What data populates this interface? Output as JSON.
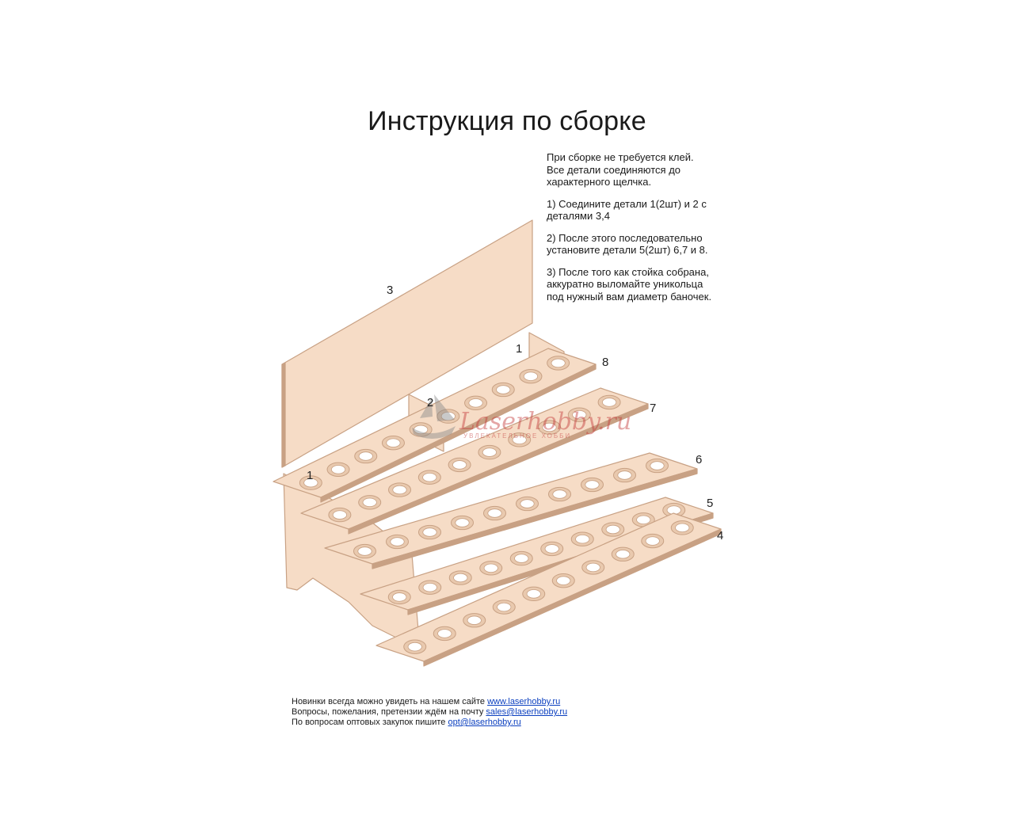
{
  "title": "Инструкция по сборке",
  "instructions": [
    "При сборке не требуется клей.\nВсе детали соединяются до\nхарактерного щелчка.",
    "1) Соедините детали 1(2шт) и 2 с\nдеталями 3,4",
    "2) После этого последовательно\nустановите детали 5(2шт) 6,7 и 8.",
    "3) После того как стойка собрана,\nаккуратно выломайте уникольца\nпод нужный вам диаметр баночек."
  ],
  "part_labels": {
    "p1_left": "1",
    "p1_right": "1",
    "p2": "2",
    "p3": "3",
    "p4": "4",
    "p5": "5",
    "p6": "6",
    "p7": "7",
    "p8": "8"
  },
  "watermark": {
    "text": "Laserhobby.ru",
    "sub": "УВЛЕКАТЕЛЬНОЕ ХОББИ"
  },
  "footer": {
    "line1_text": "Новинки всегда можно увидеть на нашем сайте ",
    "line1_link": "www.laserhobby.ru",
    "line2_text": "Вопросы, пожелания, претензии ждём на почту ",
    "line2_link": "sales@laserhobby.ru",
    "line3_text": "По вопросам оптовых закупок пишите ",
    "line3_link": "opt@laserhobby.ru"
  },
  "colors": {
    "wood": "#f6dcc6",
    "wood_edge": "#c8a184",
    "hole_ring": "#e9c9ae",
    "link": "#0b3fbf"
  }
}
